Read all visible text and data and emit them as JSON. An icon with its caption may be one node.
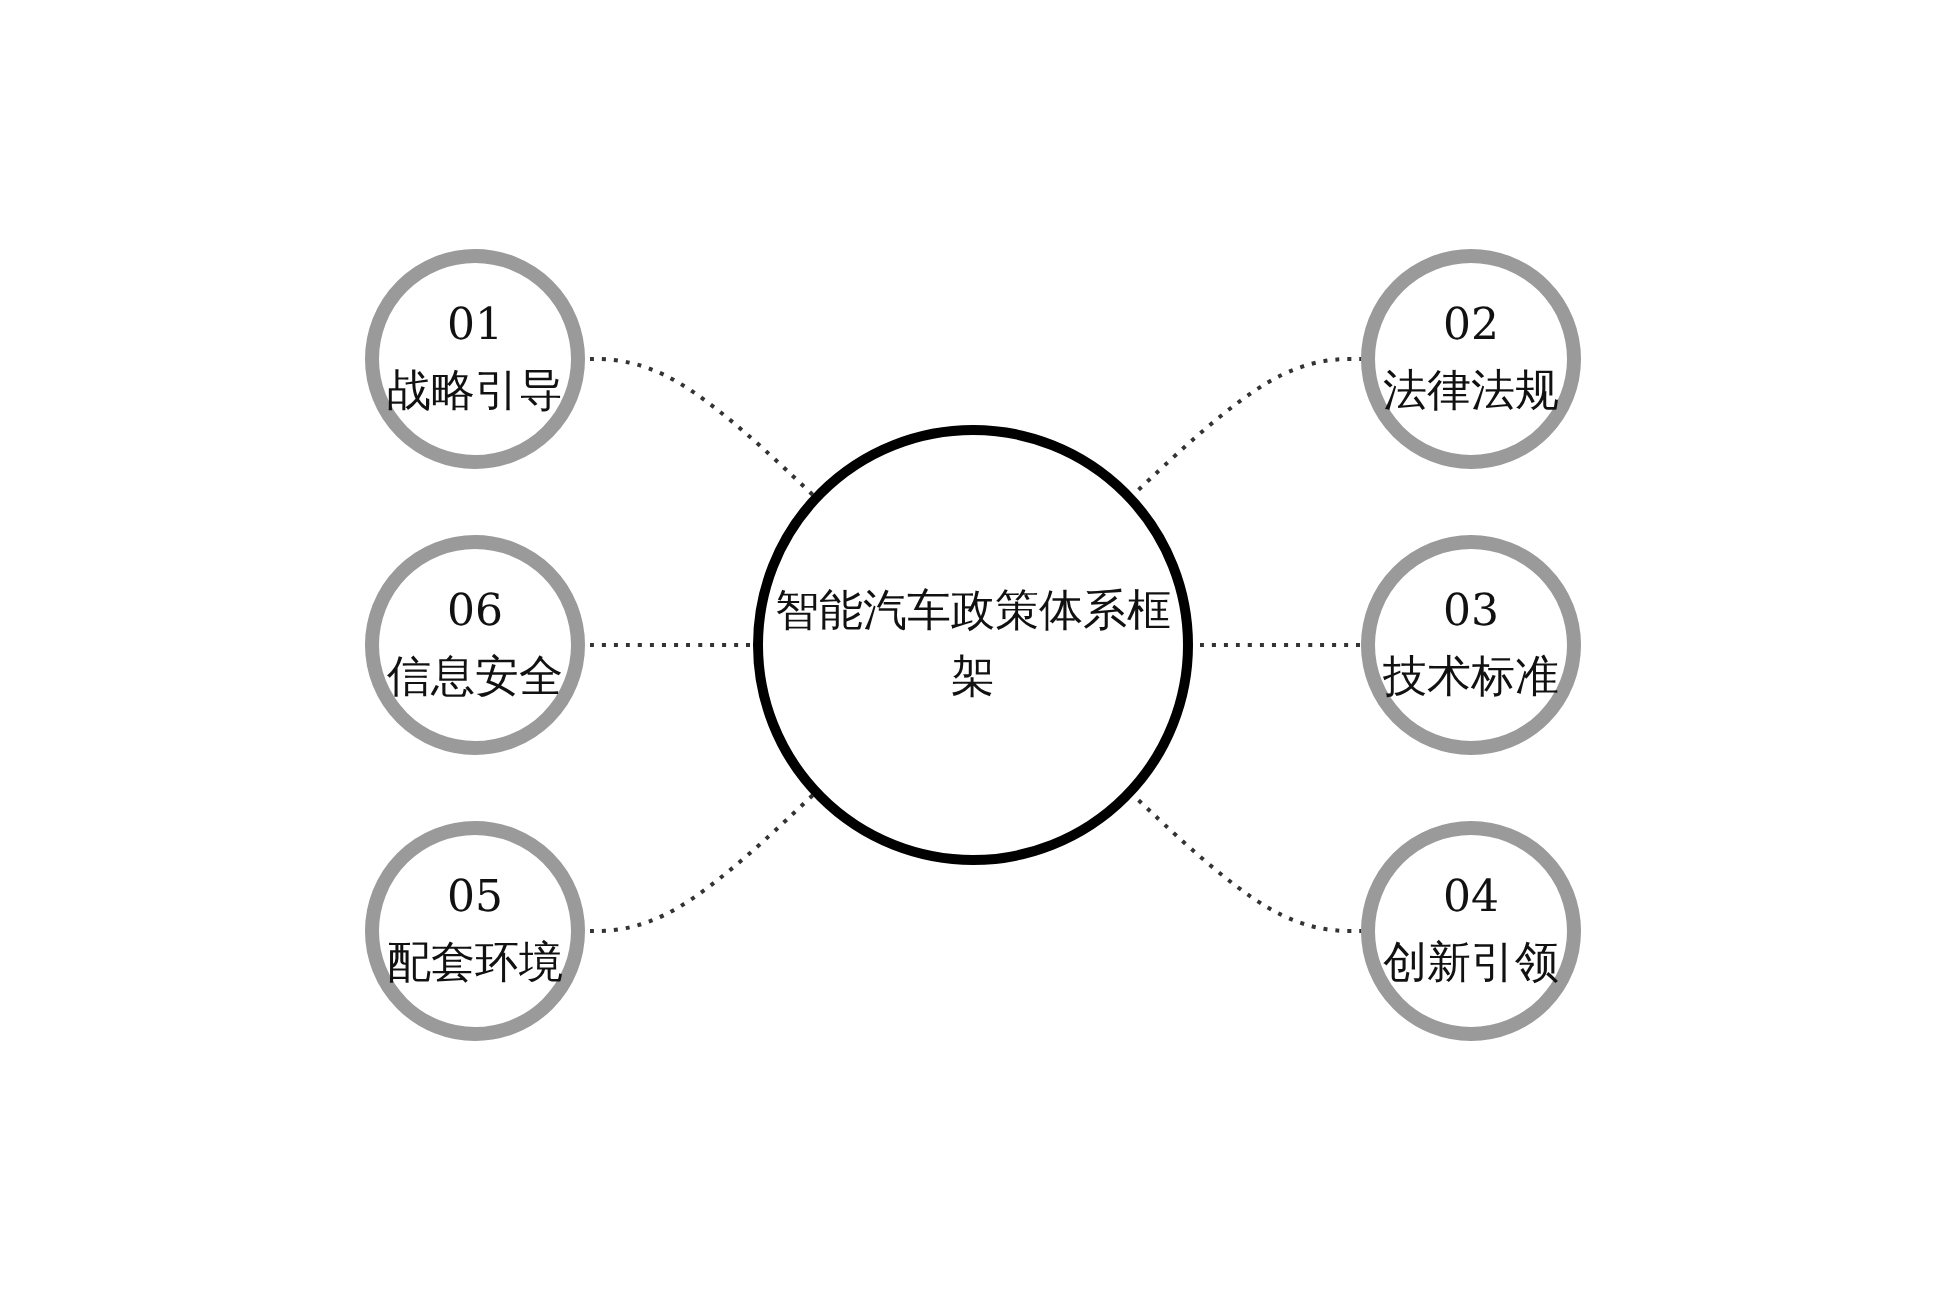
{
  "diagram": {
    "nodes": [
      {
        "text": [
          "01",
          "战略引导"
        ]
      },
      {
        "text": [
          "02",
          "法律法规"
        ]
      },
      {
        "text": [
          "06",
          "信息安全"
        ]
      },
      {
        "text": [
          "智能汽车政策体系框架"
        ]
      },
      {
        "text": [
          "03",
          "技术标准"
        ]
      },
      {
        "text": [
          "05",
          "配套环境"
        ]
      },
      {
        "text": [
          "04",
          "创新引领"
        ]
      }
    ],
    "edges": [
      {
        "from": 0,
        "to": 3,
        "arrow": "none",
        "style": "dashed"
      },
      {
        "from": 2,
        "to": 3,
        "arrow": "none",
        "style": "dashed"
      },
      {
        "from": 5,
        "to": 3,
        "arrow": "none",
        "style": "dashed"
      },
      {
        "from": 3,
        "to": 1,
        "arrow": "none",
        "style": "dashed"
      },
      {
        "from": 3,
        "to": 4,
        "arrow": "none",
        "style": "dashed"
      },
      {
        "from": 3,
        "to": 6,
        "arrow": "none",
        "style": "dashed"
      }
    ]
  }
}
